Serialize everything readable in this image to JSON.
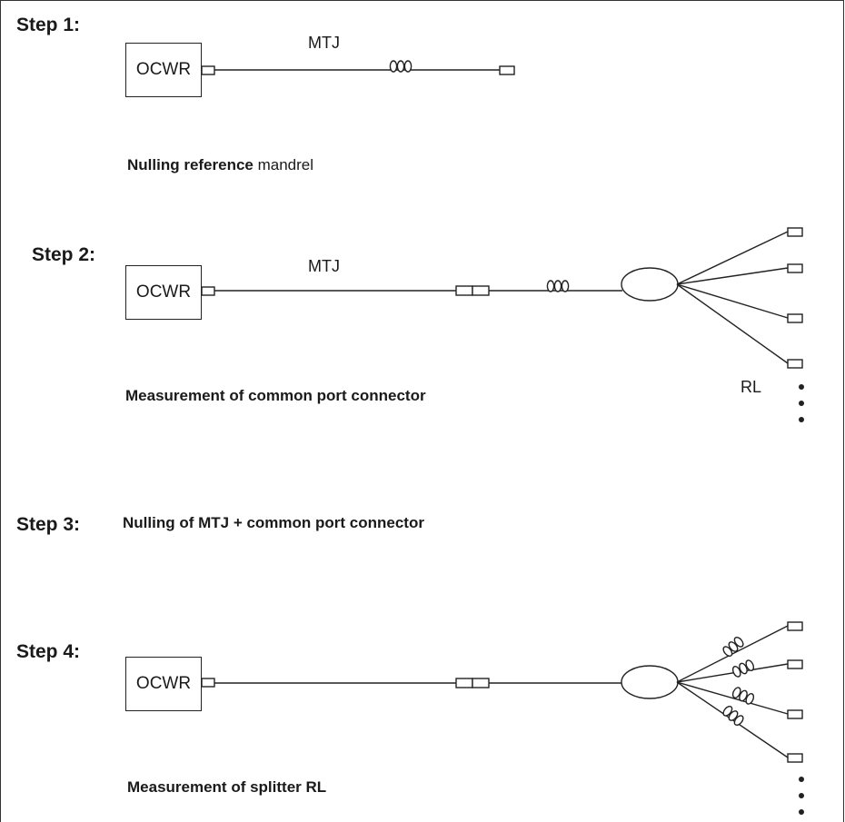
{
  "steps": [
    {
      "label": "Step 1:",
      "ocwr": "OCWR",
      "line_label": "MTJ",
      "caption_bold": "Nulling reference",
      "caption_rest": " mandrel"
    },
    {
      "label": "Step 2:",
      "ocwr": "OCWR",
      "line_label": "MTJ",
      "caption": "Measurement of common port connector",
      "rl_label": "RL"
    },
    {
      "label": "Step 3:",
      "caption": "Nulling of MTJ + common port connector"
    },
    {
      "label": "Step 4:",
      "ocwr": "OCWR",
      "caption": "Measurement of splitter RL"
    }
  ],
  "icons": {
    "mandrel": "mandrel-coil-icon",
    "connector": "connector-icon",
    "splitter": "splitter-ellipse-icon"
  }
}
